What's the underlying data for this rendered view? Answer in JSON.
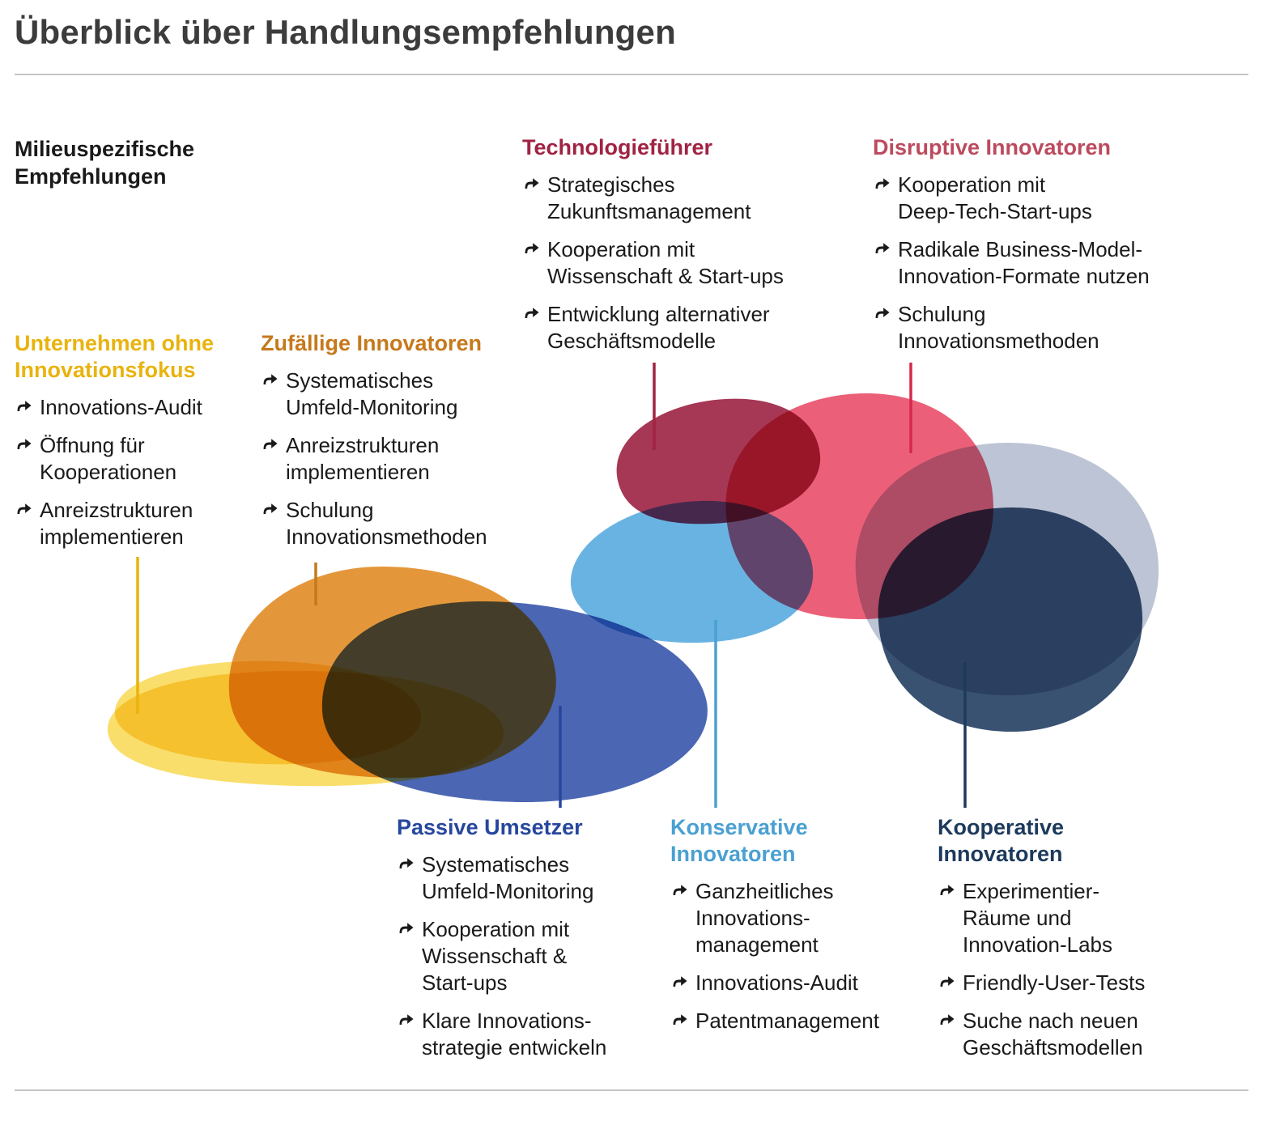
{
  "title": "Überblick über Handlungsempfehlungen",
  "subtitle": "Milieuspezifische\nEmpfehlungen",
  "palette": {
    "title": "#3C3C3C",
    "text": "#1A1A1A",
    "rule": "#C4C4C4",
    "yellow": "#E9B30E",
    "orange": "#C6791B",
    "maroon": "#A02342",
    "red": "#BC4A5E",
    "blue": "#27479E",
    "light_blue": "#4AA0D2",
    "navy": "#1D3A5C",
    "line_red": "#D6294B",
    "blob_yellow": "#F7CA12",
    "blob_orange": "#DF8517",
    "blob_blue": "#2C4BA6",
    "blob_light_blue": "#54A9DE",
    "blob_maroon": "#9C2143",
    "blob_red": "#E63352",
    "blob_slate": "#93A0BC",
    "blob_navy": "#1E3A5F"
  },
  "groups": {
    "no_focus": {
      "label": "Unternehmen ohne\nInnovationsfokus",
      "items": [
        "Innovations-Audit",
        "Öffnung für\nKooperationen",
        "Anreizstrukturen\nimplementieren"
      ]
    },
    "random": {
      "label": "Zufällige Innovatoren",
      "items": [
        "Systematisches\nUmfeld-Monitoring",
        "Anreizstrukturen\nimplementieren",
        "Schulung\nInnovationsmethoden"
      ]
    },
    "tech": {
      "label": "Technologieführer",
      "items": [
        "Strategisches\nZukunftsmanagement",
        "Kooperation mit\nWissenschaft & Start-ups",
        "Entwicklung alternativer\nGeschäftsmodelle"
      ]
    },
    "disruptive": {
      "label": "Disruptive Innovatoren",
      "items": [
        "Kooperation mit\nDeep-Tech-Start-ups",
        "Radikale Business-Model-\nInnovation-Formate nutzen",
        "Schulung\nInnovationsmethoden"
      ]
    },
    "passive": {
      "label": "Passive Umsetzer",
      "items": [
        "Systematisches\nUmfeld-Monitoring",
        "Kooperation mit\nWissenschaft &\nStart-ups",
        "Klare Innovations-\nstrategie entwickeln"
      ]
    },
    "conservative": {
      "label": "Konservative\nInnovatoren",
      "items": [
        "Ganzheitliches\nInnovations-\nmanagement",
        "Innovations-Audit",
        "Patentmanagement"
      ]
    },
    "cooperative": {
      "label": "Kooperative\nInnovatoren",
      "items": [
        "Experimentier-\nRäume und\nInnovation-Labs",
        "Friendly-User-Tests",
        "Suche nach neuen\nGeschäftsmodellen"
      ]
    }
  }
}
